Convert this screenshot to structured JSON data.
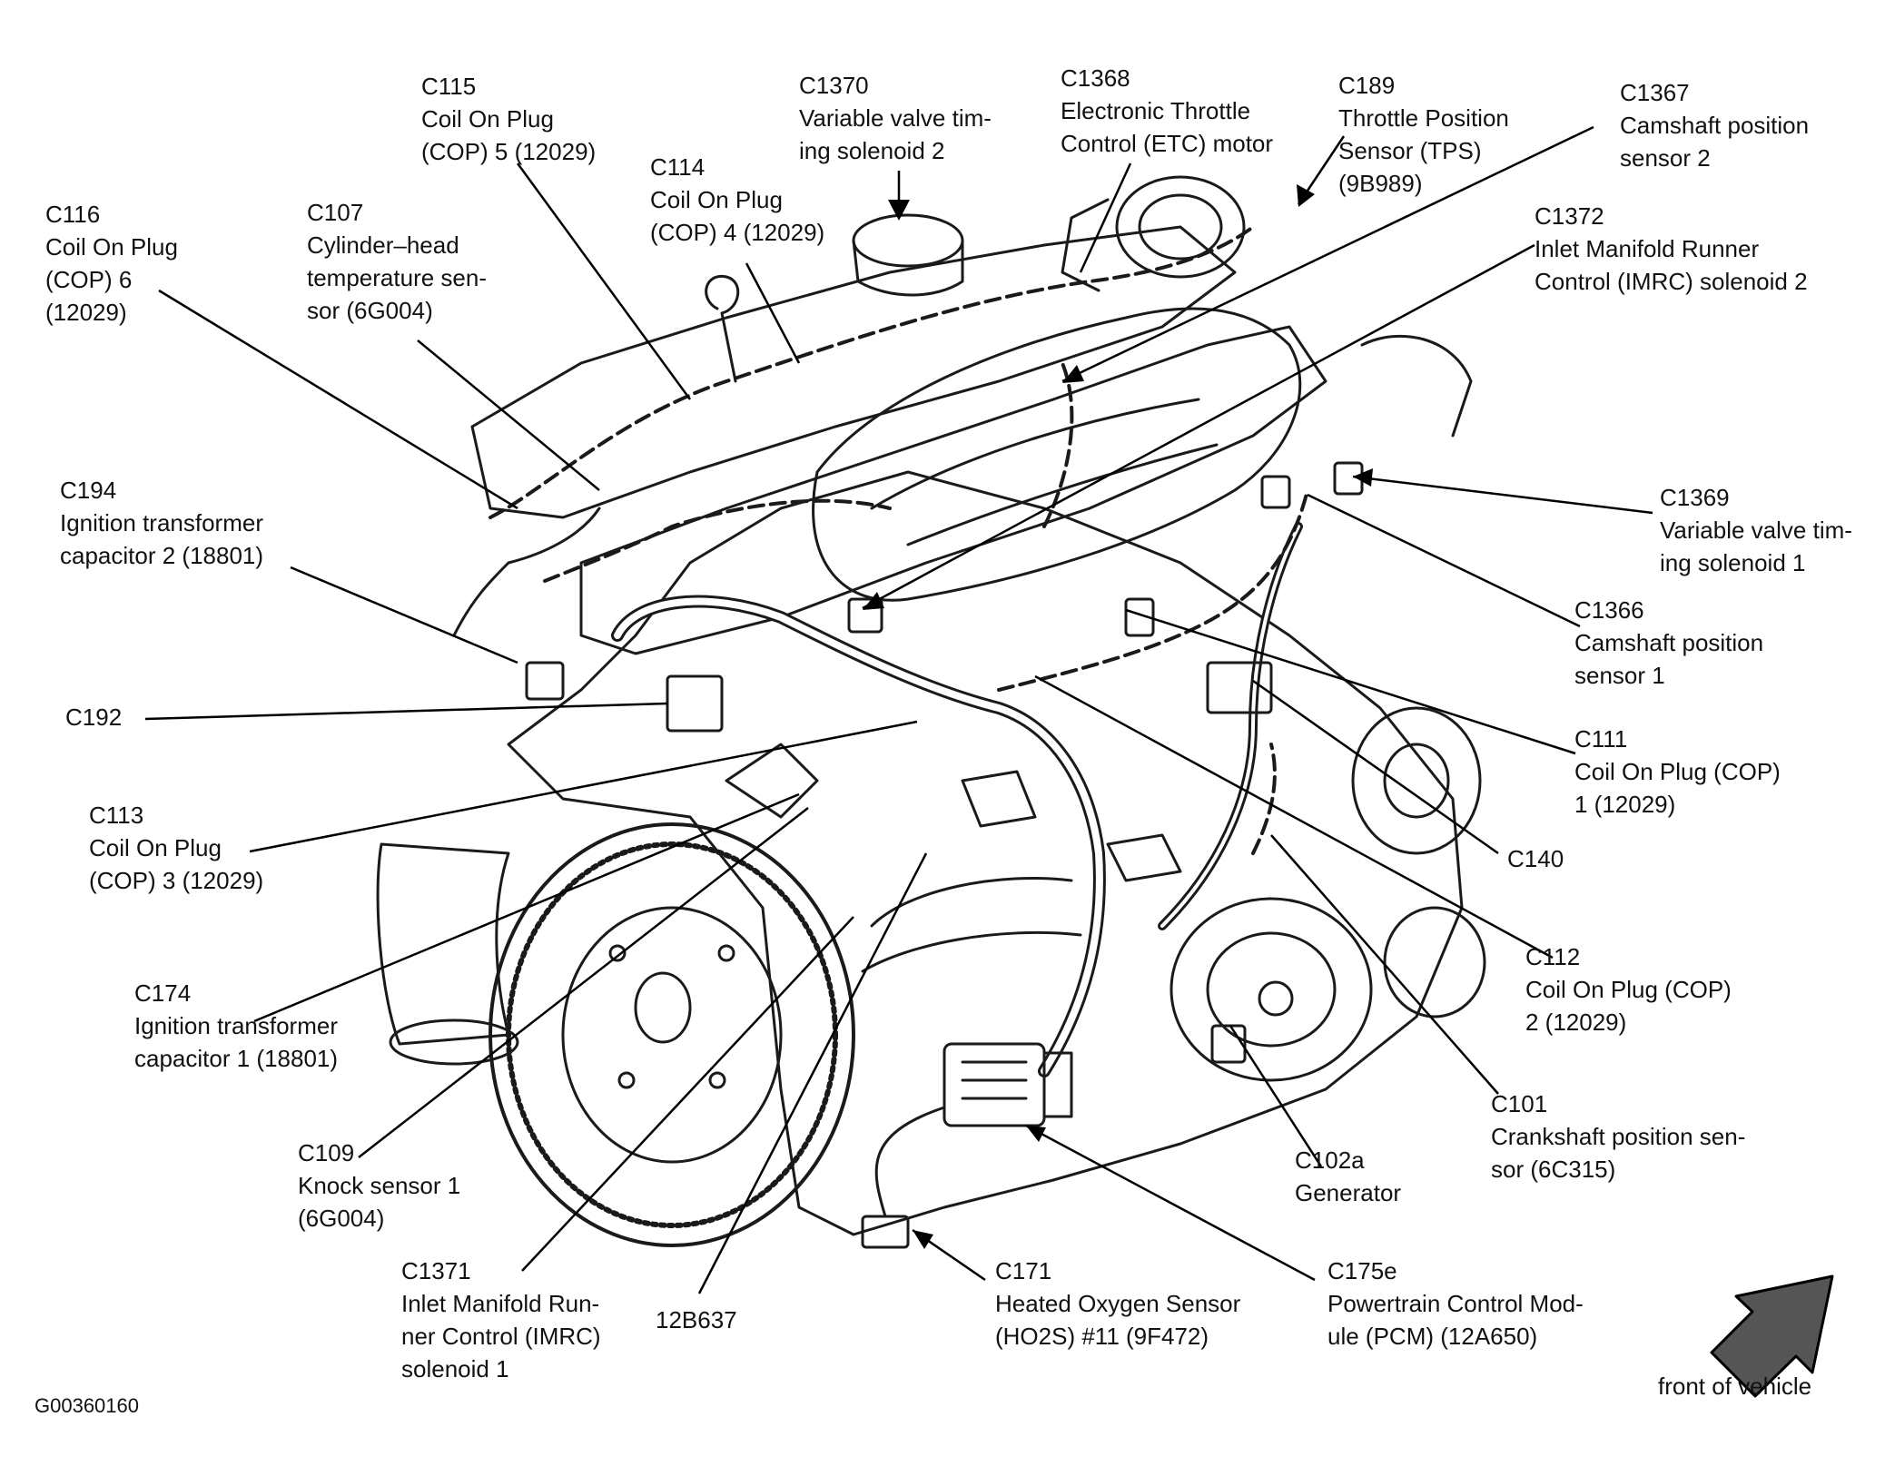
{
  "figure_id": "G00360160",
  "front_label": "front of vehicle",
  "callouts": [
    {
      "id": "c116",
      "lines": [
        "C116",
        "Coil On Plug",
        "(COP) 6",
        "(12029)"
      ]
    },
    {
      "id": "c107",
      "lines": [
        "C107",
        "Cylinder–head",
        "temperature sen-",
        "sor (6G004)"
      ]
    },
    {
      "id": "c115",
      "lines": [
        "C115",
        "Coil On Plug",
        "(COP) 5 (12029)"
      ]
    },
    {
      "id": "c114",
      "lines": [
        "C114",
        "Coil On Plug",
        "(COP) 4 (12029)"
      ]
    },
    {
      "id": "c1370",
      "lines": [
        "C1370",
        "Variable valve tim-",
        "ing solenoid 2"
      ]
    },
    {
      "id": "c1368",
      "lines": [
        "C1368",
        "Electronic Throttle",
        "Control (ETC) motor"
      ]
    },
    {
      "id": "c189",
      "lines": [
        "C189",
        "Throttle Position",
        "Sensor (TPS)",
        "(9B989)"
      ]
    },
    {
      "id": "c1367",
      "lines": [
        "C1367",
        "Camshaft position",
        "sensor 2"
      ]
    },
    {
      "id": "c1372",
      "lines": [
        "C1372",
        "Inlet Manifold Runner",
        "Control (IMRC) solenoid 2"
      ]
    },
    {
      "id": "c194",
      "lines": [
        "C194",
        "Ignition transformer",
        "capacitor 2 (18801)"
      ]
    },
    {
      "id": "c1369",
      "lines": [
        "C1369",
        "Variable valve tim-",
        "ing solenoid 1"
      ]
    },
    {
      "id": "c1366",
      "lines": [
        "C1366",
        "Camshaft position",
        "sensor 1"
      ]
    },
    {
      "id": "c192",
      "lines": [
        "C192"
      ]
    },
    {
      "id": "c111",
      "lines": [
        "C111",
        "Coil On Plug (COP)",
        "1 (12029)"
      ]
    },
    {
      "id": "c113",
      "lines": [
        "C113",
        "Coil On Plug",
        "(COP) 3 (12029)"
      ]
    },
    {
      "id": "c140",
      "lines": [
        "C140"
      ]
    },
    {
      "id": "c112",
      "lines": [
        "C112",
        "Coil On Plug (COP)",
        "2 (12029)"
      ]
    },
    {
      "id": "c174",
      "lines": [
        "C174",
        "Ignition transformer",
        "capacitor 1 (18801)"
      ]
    },
    {
      "id": "c101",
      "lines": [
        "C101",
        "Crankshaft position sen-",
        "sor (6C315)"
      ]
    },
    {
      "id": "c109",
      "lines": [
        "C109",
        "Knock sensor 1",
        "(6G004)"
      ]
    },
    {
      "id": "c102a",
      "lines": [
        "C102a",
        "Generator"
      ]
    },
    {
      "id": "c1371",
      "lines": [
        "C1371",
        "Inlet Manifold Run-",
        "ner Control (IMRC)",
        "solenoid 1"
      ]
    },
    {
      "id": "p12b637",
      "lines": [
        "12B637"
      ]
    },
    {
      "id": "c171",
      "lines": [
        "C171",
        "Heated Oxygen Sensor",
        "(HO2S) #11 (9F472)"
      ]
    },
    {
      "id": "c175e",
      "lines": [
        "C175e",
        "Powertrain Control Mod-",
        "ule (PCM) (12A650)"
      ]
    }
  ]
}
